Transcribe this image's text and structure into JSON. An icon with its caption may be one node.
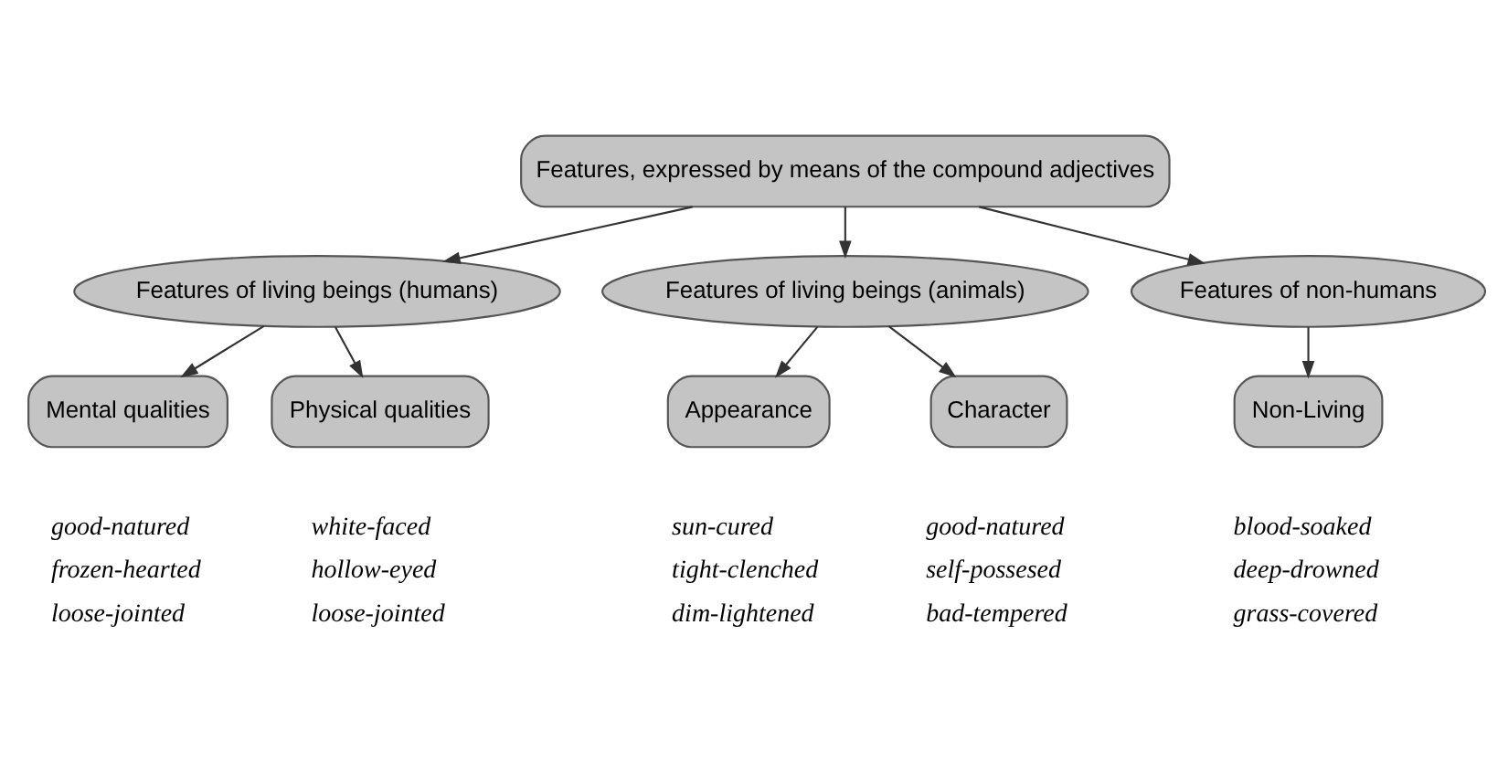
{
  "diagram": {
    "nodes": [
      {
        "text": [
          "Features, expressed by means of the compound adjectives"
        ]
      },
      {
        "text": [
          "Features of living beings (humans)"
        ]
      },
      {
        "text": [
          "Mental qualities"
        ],
        "beside": [
          "good-natured",
          "frozen-hearted",
          "loose-jointed"
        ]
      },
      {
        "text": [
          "Physical qualities"
        ],
        "beside": [
          "white-faced",
          "hollow-eyed",
          "loose-jointed"
        ]
      },
      {
        "text": [
          "Features of living beings (animals)"
        ]
      },
      {
        "text": [
          "Appearance"
        ],
        "beside": [
          "sun-cured",
          "tight-clenched",
          "dim-lightened"
        ]
      },
      {
        "text": [
          "Character"
        ],
        "beside": [
          "good-natured",
          "self-possesed",
          "bad-tempered"
        ]
      },
      {
        "text": [
          "Features of non-humans"
        ]
      },
      {
        "text": [
          "Non-Living"
        ],
        "beside": [
          "blood-soaked",
          "deep-drowned",
          "grass-covered"
        ]
      }
    ],
    "edges": [
      {
        "from": 0,
        "to": 1,
        "arrow": "to"
      },
      {
        "from": 0,
        "to": 4,
        "arrow": "to"
      },
      {
        "from": 0,
        "to": 7,
        "arrow": "to"
      },
      {
        "from": 1,
        "to": 2,
        "arrow": "to"
      },
      {
        "from": 1,
        "to": 3,
        "arrow": "to"
      },
      {
        "from": 4,
        "to": 5,
        "arrow": "to"
      },
      {
        "from": 4,
        "to": 6,
        "arrow": "to"
      },
      {
        "from": 7,
        "to": 8,
        "arrow": "to"
      }
    ]
  }
}
